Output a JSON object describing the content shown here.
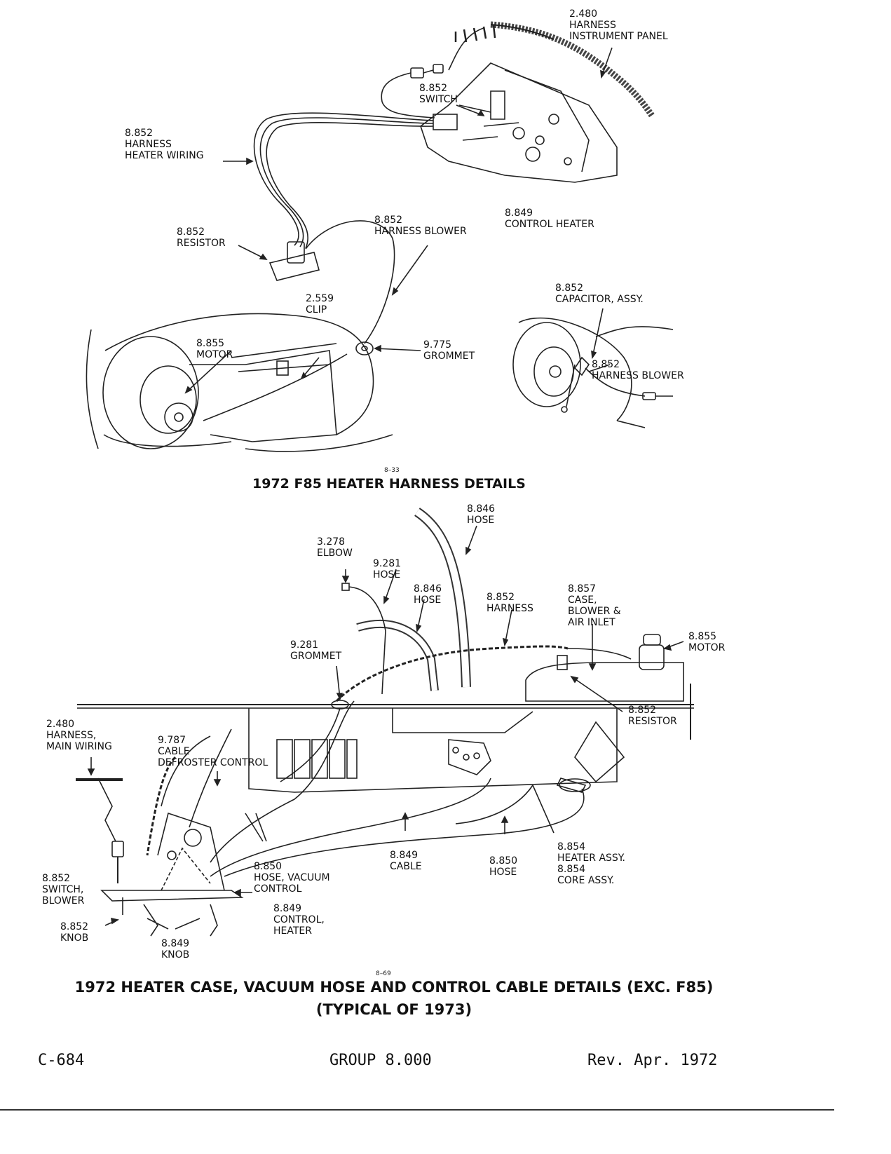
{
  "top": {
    "labels": [
      {
        "id": "harness-instrument-panel",
        "lines": [
          "2.480",
          "HARNESS",
          "INSTRUMENT PANEL"
        ]
      },
      {
        "id": "switch",
        "lines": [
          "8.852",
          "SWITCH"
        ]
      },
      {
        "id": "harness-heater-wiring",
        "lines": [
          "8.852",
          "HARNESS",
          "HEATER WIRING"
        ]
      },
      {
        "id": "control-heater",
        "lines": [
          "8.849",
          "CONTROL HEATER"
        ]
      },
      {
        "id": "resistor",
        "lines": [
          "8.852",
          "RESISTOR"
        ]
      },
      {
        "id": "harness-blower",
        "lines": [
          "8.852",
          "HARNESS BLOWER"
        ]
      },
      {
        "id": "capacitor",
        "lines": [
          "8.852",
          "CAPACITOR, ASSY."
        ]
      },
      {
        "id": "clip",
        "lines": [
          "2.559",
          "CLIP"
        ]
      },
      {
        "id": "motor",
        "lines": [
          "8.855",
          "MOTOR"
        ]
      },
      {
        "id": "grommet",
        "lines": [
          "9.775",
          "GROMMET"
        ]
      },
      {
        "id": "harness-blower-2",
        "lines": [
          "8.852",
          "HARNESS BLOWER"
        ]
      }
    ],
    "figure_number": "8–33",
    "title": "1972 F85 HEATER HARNESS DETAILS"
  },
  "bottom": {
    "labels": [
      {
        "id": "hose-8846-a",
        "lines": [
          "8.846",
          "HOSE"
        ]
      },
      {
        "id": "elbow",
        "lines": [
          "3.278",
          "ELBOW"
        ]
      },
      {
        "id": "hose-9281",
        "lines": [
          "9.281",
          "HOSE"
        ]
      },
      {
        "id": "hose-8846-b",
        "lines": [
          "8.846",
          "HOSE"
        ]
      },
      {
        "id": "harness-8852",
        "lines": [
          "8.852",
          "HARNESS"
        ]
      },
      {
        "id": "case-blower",
        "lines": [
          "8.857",
          "CASE,",
          "BLOWER &",
          "AIR INLET"
        ]
      },
      {
        "id": "motor-8855",
        "lines": [
          "8.855",
          "MOTOR"
        ]
      },
      {
        "id": "grommet-9281",
        "lines": [
          "9.281",
          "GROMMET"
        ]
      },
      {
        "id": "resistor-8852",
        "lines": [
          "8.852",
          "RESISTOR"
        ]
      },
      {
        "id": "harness-main",
        "lines": [
          "2.480",
          "HARNESS,",
          "MAIN WIRING"
        ]
      },
      {
        "id": "cable-defroster",
        "lines": [
          "9.787",
          "CABLE",
          "DEFROSTER CONTROL"
        ]
      },
      {
        "id": "cable-8849",
        "lines": [
          "8.849",
          "CABLE"
        ]
      },
      {
        "id": "hose-8850",
        "lines": [
          "8.850",
          "HOSE"
        ]
      },
      {
        "id": "heater-assy",
        "lines": [
          "8.854",
          "HEATER ASSY.",
          "8.854",
          "CORE ASSY."
        ]
      },
      {
        "id": "hose-vacuum",
        "lines": [
          "8.850",
          "HOSE, VACUUM",
          "CONTROL"
        ]
      },
      {
        "id": "switch-blower",
        "lines": [
          "8.852",
          "SWITCH,",
          "BLOWER"
        ]
      },
      {
        "id": "control-heater-8849",
        "lines": [
          "8.849",
          "CONTROL,",
          "HEATER"
        ]
      },
      {
        "id": "knob-8852",
        "lines": [
          "8.852",
          "KNOB"
        ]
      },
      {
        "id": "knob-8849",
        "lines": [
          "8.849",
          "KNOB"
        ]
      }
    ],
    "figure_number": "8–69",
    "title_line1": "1972 HEATER CASE, VACUUM HOSE AND CONTROL CABLE DETAILS (EXC. F85)",
    "title_line2": "(TYPICAL OF 1973)"
  },
  "footer": {
    "page_code": "C-684",
    "group": "GROUP 8.000",
    "revision": "Rev. Apr. 1972"
  }
}
